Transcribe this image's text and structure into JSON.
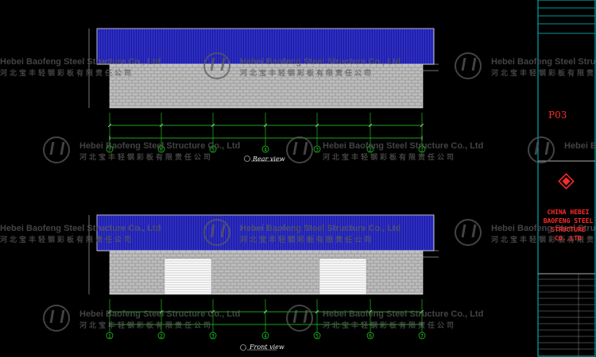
{
  "watermark": {
    "company_en": "Hebei Baofeng Steel Structure Co., Ltd",
    "company_cn": "河北宝丰轻钢彩板有限责任公司"
  },
  "title_block": {
    "sheet_no": "P03",
    "company_lines": [
      "CHINA HEBEI",
      "BAOFENG STEEL",
      "STRUCTURE",
      "CO.,LTD"
    ]
  },
  "views": {
    "rear_title": "Rear view",
    "front_title": "Front view"
  },
  "axes": {
    "rear": [
      "7",
      "6",
      "5",
      "4",
      "3",
      "2",
      "1"
    ],
    "front": [
      "1",
      "2",
      "3",
      "4",
      "5",
      "6",
      "7"
    ]
  },
  "colors": {
    "roof_blue": "#1a1aa8",
    "grid_green": "#22dd22",
    "title_red": "#ff2b2b",
    "line_white": "#e8e8e8"
  }
}
